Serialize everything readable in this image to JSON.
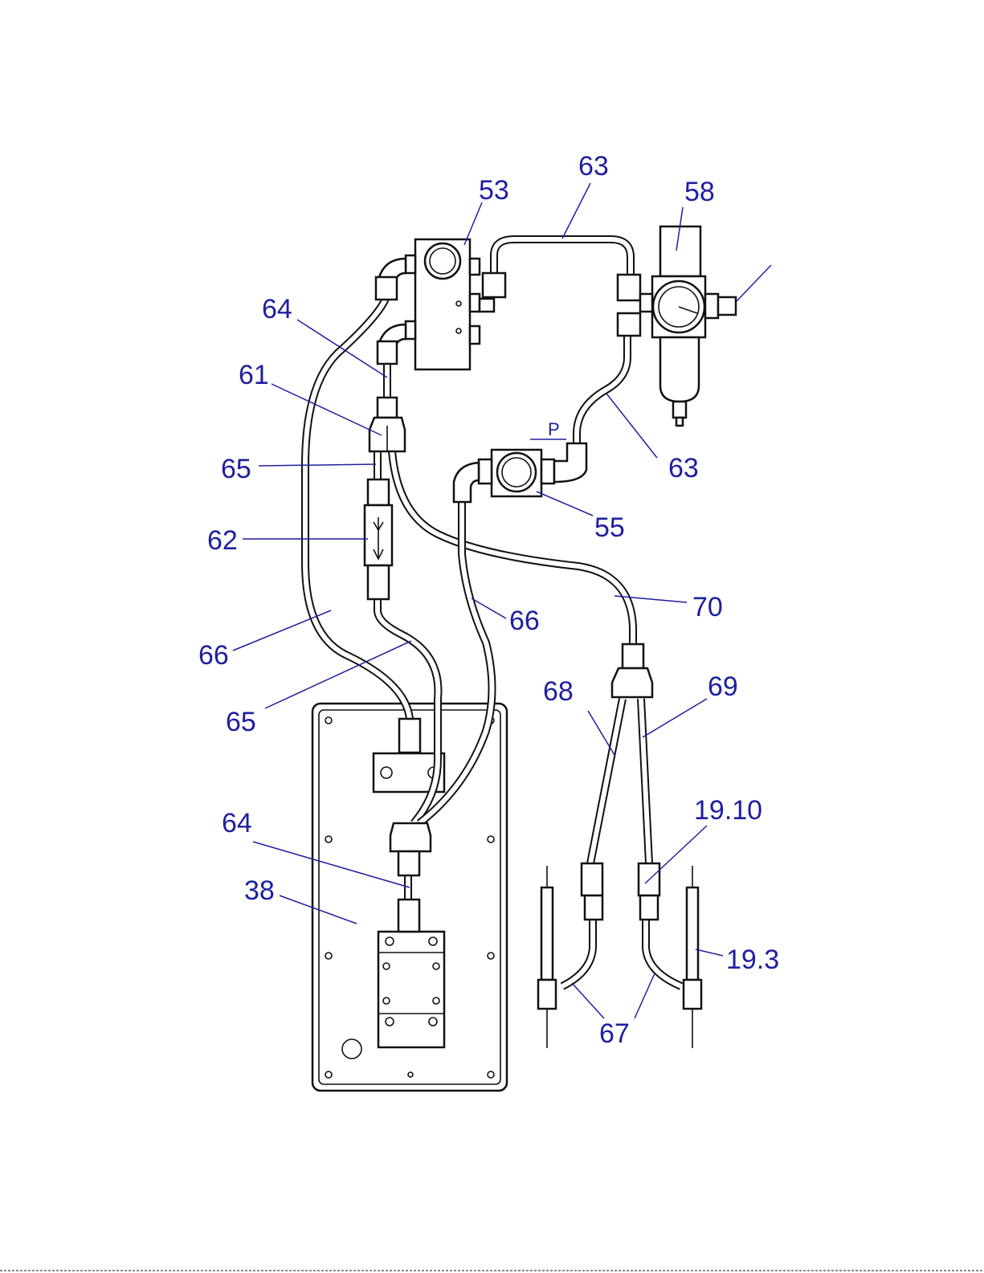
{
  "diagram": {
    "callouts": {
      "c53": "53",
      "c63_top": "63",
      "c58": "58",
      "c64_top": "64",
      "c61": "61",
      "c65_top": "65",
      "c62": "62",
      "c_p": "P",
      "c63_right": "63",
      "c55": "55",
      "c70": "70",
      "c66_mid": "66",
      "c66_left": "66",
      "c65_low": "65",
      "c68": "68",
      "c69": "69",
      "c19_10": "19.10",
      "c64_low": "64",
      "c38": "38",
      "c19_3": "19.3",
      "c67": "67"
    }
  }
}
